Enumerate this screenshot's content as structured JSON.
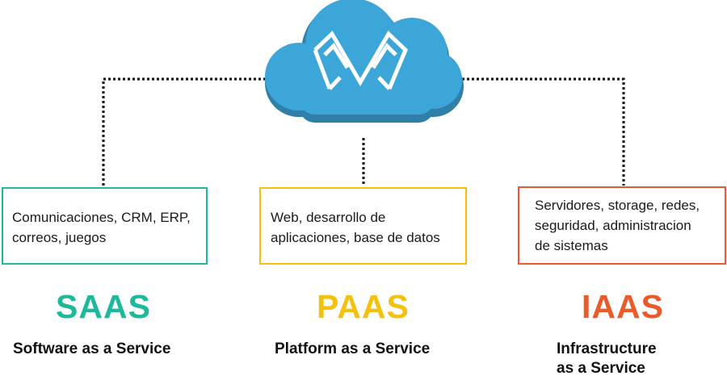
{
  "colors": {
    "cloud": "#3da6d8",
    "cloud_shadow": "#2f7fa8",
    "saas": "#1fb89a",
    "paas": "#f4c10f",
    "iaas": "#e95b2b",
    "connector": "#1a1a1a"
  },
  "cloud": {
    "icon": "logo-m-icon"
  },
  "services": {
    "saas": {
      "acronym": "SAAS",
      "description_lines": [
        "Comunicaciones, CRM, ERP,",
        "correos, juegos"
      ],
      "subtitle_lines": [
        "Software as a Service"
      ]
    },
    "paas": {
      "acronym": "PAAS",
      "description_lines": [
        "Web, desarrollo de",
        "aplicaciones, base de datos"
      ],
      "subtitle_lines": [
        "Platform as a Service"
      ]
    },
    "iaas": {
      "acronym": "IAAS",
      "description_lines": [
        "Servidores, storage, redes,",
        "seguridad, administracion",
        "de sistemas"
      ],
      "subtitle_lines": [
        "Infrastructure",
        "as a Service"
      ]
    }
  }
}
